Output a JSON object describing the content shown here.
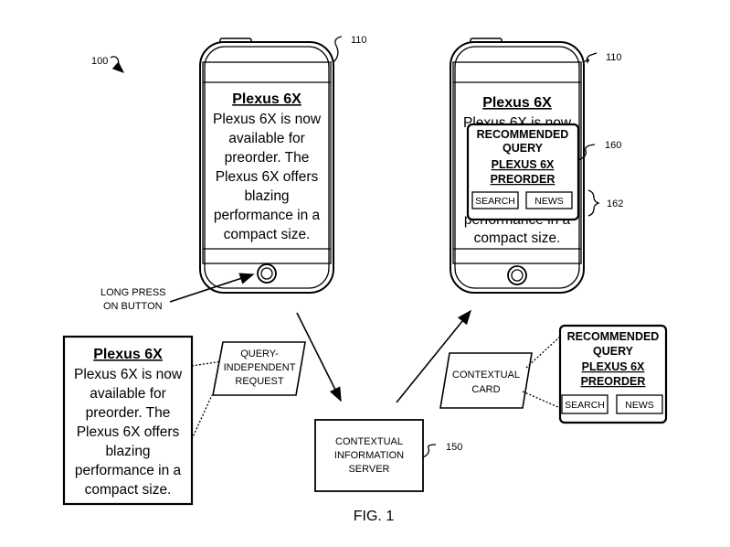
{
  "figure_label": "FIG. 1",
  "ref_100": "100",
  "ref_110_left": "110",
  "ref_110_right": "110",
  "ref_150": "150",
  "ref_160": "160",
  "ref_162": "162",
  "article": {
    "title": "Plexus 6X",
    "lines": [
      "Plexus 6X is now",
      "available for",
      "preorder. The",
      "Plexus 6X offers",
      "blazing",
      "performance in a",
      "compact size."
    ]
  },
  "long_press_label": [
    "LONG PRESS",
    "ON BUTTON"
  ],
  "query_request_label": [
    "QUERY-",
    "INDEPENDENT",
    "REQUEST"
  ],
  "server_label": [
    "CONTEXTUAL",
    "INFORMATION",
    "SERVER"
  ],
  "contextual_card_label": [
    "CONTEXTUAL",
    "CARD"
  ],
  "card": {
    "heading_lines": [
      "RECOMMENDED",
      "QUERY"
    ],
    "query_lines": [
      "PLEXUS 6X",
      "PREORDER"
    ],
    "search_label": "SEARCH",
    "news_label": "NEWS"
  }
}
